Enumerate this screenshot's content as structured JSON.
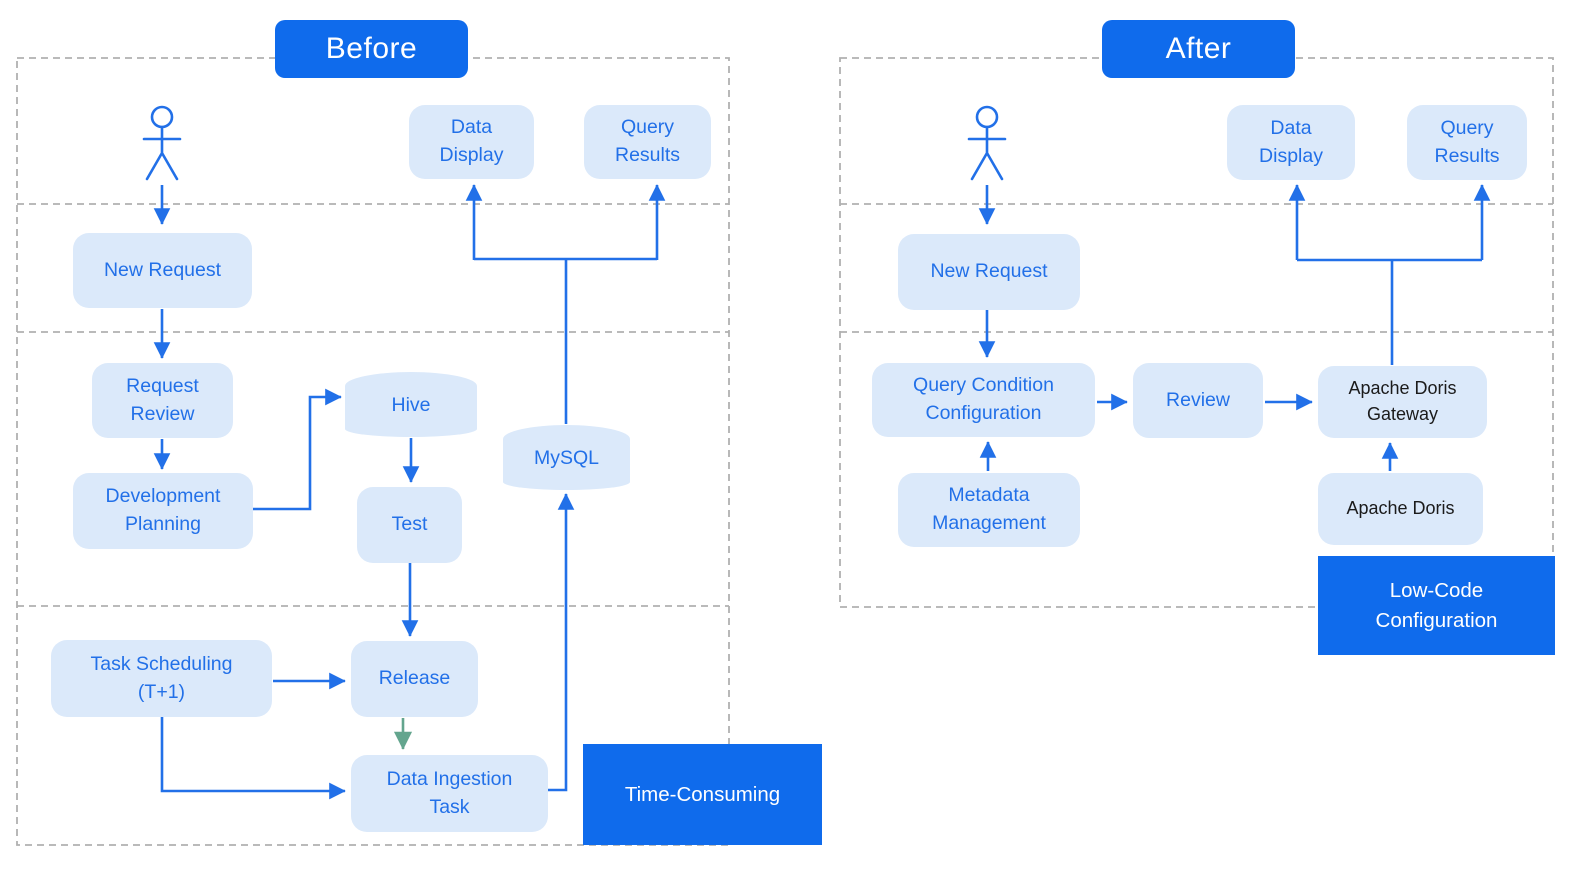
{
  "before": {
    "title": "Before",
    "nodes": {
      "data_display": "Data\nDisplay",
      "query_results": "Query\nResults",
      "new_request": "New Request",
      "request_review": "Request\nReview",
      "hive": "Hive",
      "development_planning": "Development\nPlanning",
      "test": "Test",
      "mysql": "MySQL",
      "task_scheduling": "Task Scheduling\n(T+1)",
      "release": "Release",
      "data_ingestion": "Data Ingestion\nTask"
    },
    "callout": "Time-Consuming"
  },
  "after": {
    "title": "After",
    "nodes": {
      "data_display": "Data\nDisplay",
      "query_results": "Query\nResults",
      "new_request": "New Request",
      "query_condition": "Query Condition\nConfiguration",
      "review": "Review",
      "gateway": "Apache Doris\nGateway",
      "metadata": "Metadata\nManagement",
      "apache_doris": "Apache Doris"
    },
    "callout": "Low-Code\nConfiguration"
  },
  "colors": {
    "accent": "#0f6bec",
    "node_fill": "#dbe9fa",
    "text_blue": "#2270e8",
    "text_dark": "#1b1b1b",
    "green_arrow": "#63a58e",
    "dashed_gray": "#b0b0b0"
  }
}
